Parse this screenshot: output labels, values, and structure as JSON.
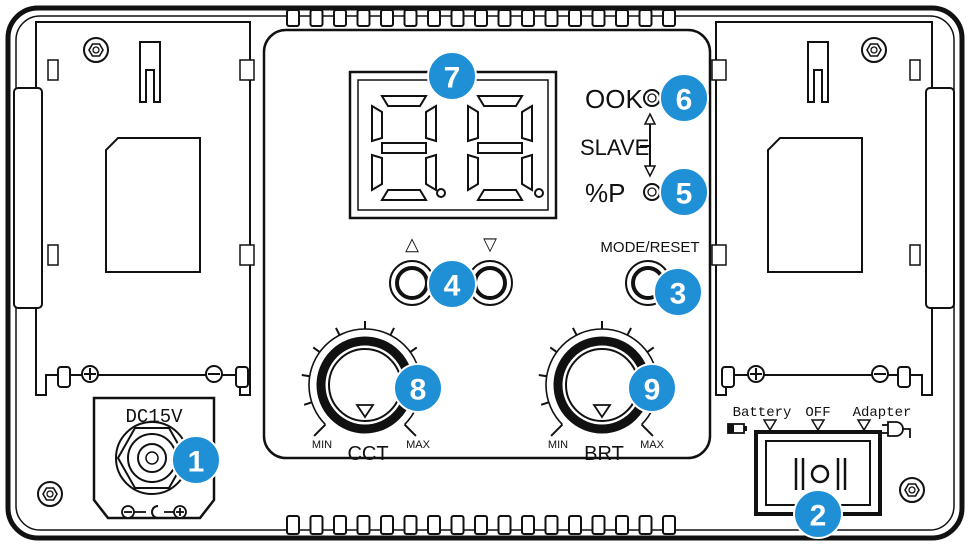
{
  "labels": {
    "ook": "OOK",
    "slave": "SLAVE",
    "percent_p": "%P",
    "mode_reset": "MODE/RESET",
    "up_arrow": "△",
    "down_arrow": "▽",
    "dc_input": "DC15V",
    "cct": "CCT",
    "brt": "BRT",
    "min": "MIN",
    "max": "MAX",
    "battery": "Battery",
    "off": "OFF",
    "adapter": "Adapter"
  },
  "badges": {
    "b1": "1",
    "b2": "2",
    "b3": "3",
    "b4": "4",
    "b5": "5",
    "b6": "6",
    "b7": "7",
    "b8": "8",
    "b9": "9"
  },
  "colors": {
    "badge": "#1f8fd6",
    "line": "#111111",
    "background": "#ffffff"
  }
}
